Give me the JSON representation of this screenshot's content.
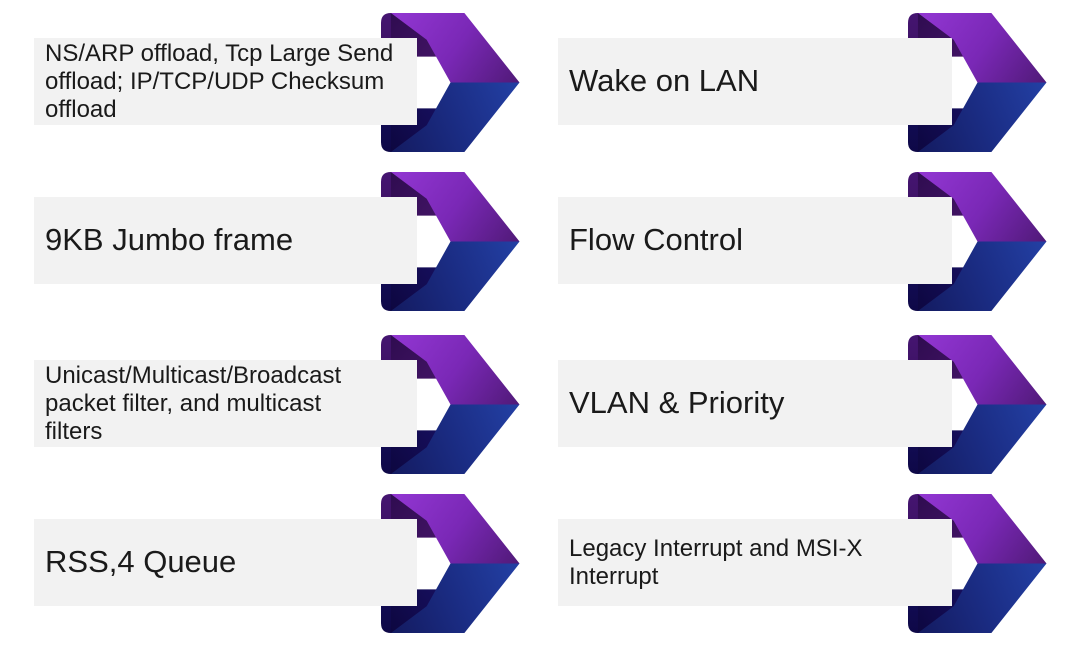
{
  "slide": {
    "background": "#ffffff",
    "description": "Network controller feature list with chevron ribbon arrows"
  },
  "theme": {
    "bar_fill": "#f2f2f2",
    "text_color": "#1a1a1a",
    "chevron": {
      "purple_band": [
        "#9035d0",
        "#7a28b6",
        "#4b1870"
      ],
      "blue_band": [
        "#141c63",
        "#1b2d85",
        "#2340a4"
      ],
      "strip_top": "#451571",
      "strip_top_end": "#37105a",
      "strip_bottom": "#161061",
      "strip_bottom_end": "#0e0847",
      "fold_top": [
        "#2f0c50",
        "#451568"
      ],
      "fold_bottom": [
        "#0d0740",
        "#181062"
      ]
    }
  },
  "features": [
    {
      "label": "NS/ARP offload,  Tcp Large Send\noffload; IP/TCP/UDP Checksum\noffload"
    },
    {
      "label": "Wake on LAN"
    },
    {
      "label": "9KB Jumbo frame"
    },
    {
      "label": "Flow Control"
    },
    {
      "label": "Unicast/Multicast/Broadcast\npacket filter, and multicast\nfilters"
    },
    {
      "label": "VLAN & Priority"
    },
    {
      "label": "RSS,4 Queue"
    },
    {
      "label": "Legacy Interrupt and MSI-X\nInterrupt"
    }
  ]
}
